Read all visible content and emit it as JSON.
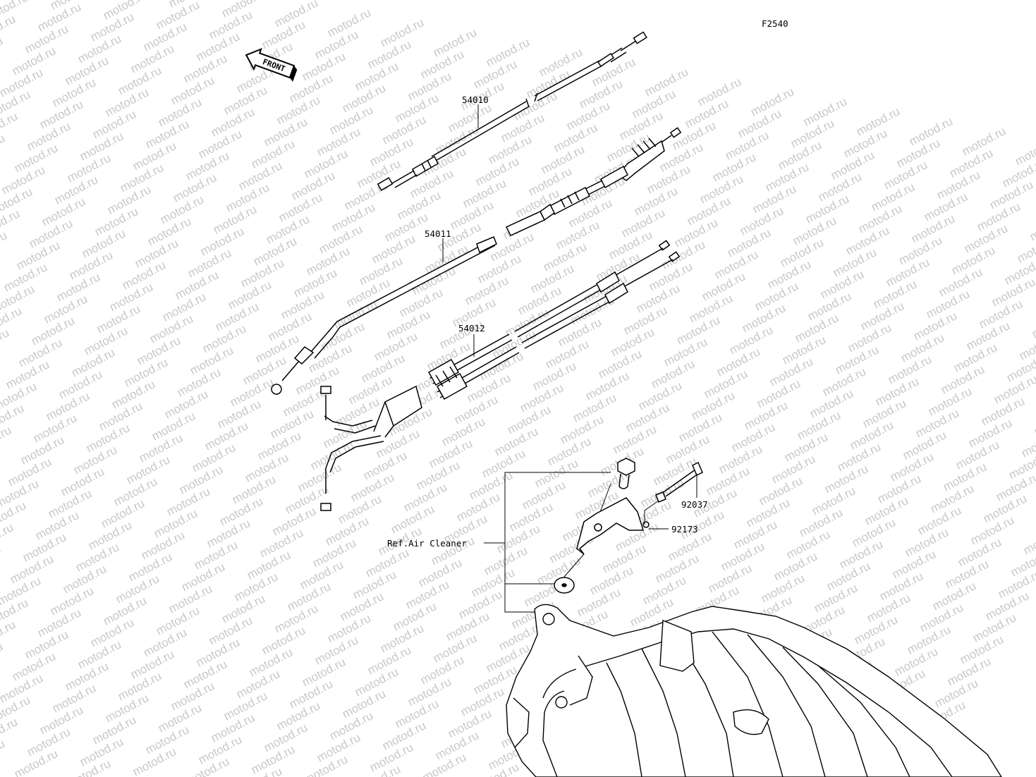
{
  "figure_code": "F2540",
  "front_arrow_label": "FRONT",
  "watermark_text": "motod.ru",
  "parts": [
    {
      "number": "54010"
    },
    {
      "number": "54011"
    },
    {
      "number": "54012"
    },
    {
      "number": "92037"
    },
    {
      "number": "92173"
    }
  ],
  "reference_label": "Ref.Air Cleaner"
}
